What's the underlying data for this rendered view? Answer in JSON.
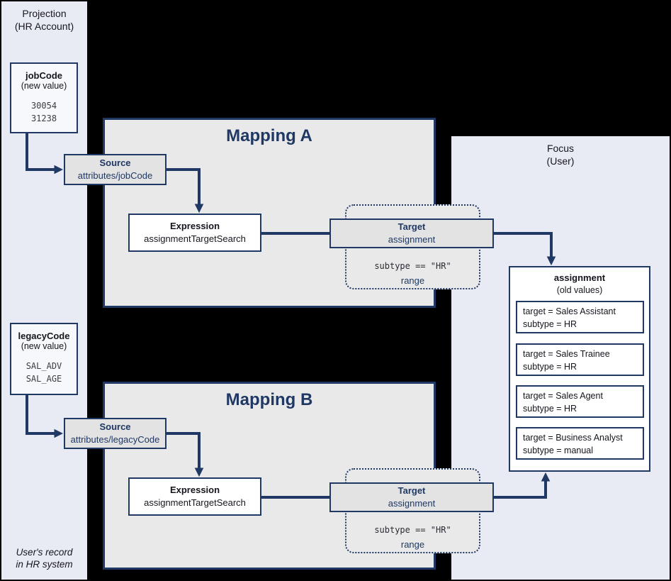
{
  "colors": {
    "navy": "#1f3864",
    "panel_bg": "#e9ebf4",
    "mapping_bg": "#e9e9e9",
    "background": "#000000"
  },
  "projection_panel": {
    "title_line1": "Projection",
    "title_line2": "(HR Account)",
    "job_code": {
      "name": "jobCode",
      "subtitle": "(new value)",
      "values": [
        "30054",
        "31238"
      ]
    },
    "legacy_code": {
      "name": "legacyCode",
      "subtitle": "(new value)",
      "values": [
        "SAL_ADV",
        "SAL_AGE"
      ]
    },
    "footer_line1": "User's record",
    "footer_line2": "in HR system"
  },
  "mapping_a": {
    "title": "Mapping A",
    "source": {
      "label": "Source",
      "value": "attributes/jobCode"
    },
    "expression": {
      "label": "Expression",
      "value": "assignmentTargetSearch"
    },
    "target": {
      "label": "Target",
      "value": "assignment",
      "condition": "subtype == \"HR\"",
      "range_label": "range"
    }
  },
  "mapping_b": {
    "title": "Mapping B",
    "source": {
      "label": "Source",
      "value": "attributes/legacyCode"
    },
    "expression": {
      "label": "Expression",
      "value": "assignmentTargetSearch"
    },
    "target": {
      "label": "Target",
      "value": "assignment",
      "condition": "subtype == \"HR\"",
      "range_label": "range"
    }
  },
  "focus_panel": {
    "title_line1": "Focus",
    "title_line2": "(User)",
    "assignment": {
      "title": "assignment",
      "subtitle": "(old values)",
      "items": [
        {
          "line1": "target = Sales Assistant",
          "line2": "subtype = HR"
        },
        {
          "line1": "target = Sales Trainee",
          "line2": "subtype = HR"
        },
        {
          "line1": "target = Sales Agent",
          "line2": "subtype = HR"
        },
        {
          "line1": "target = Business Analyst",
          "line2": "subtype = manual"
        }
      ]
    }
  }
}
